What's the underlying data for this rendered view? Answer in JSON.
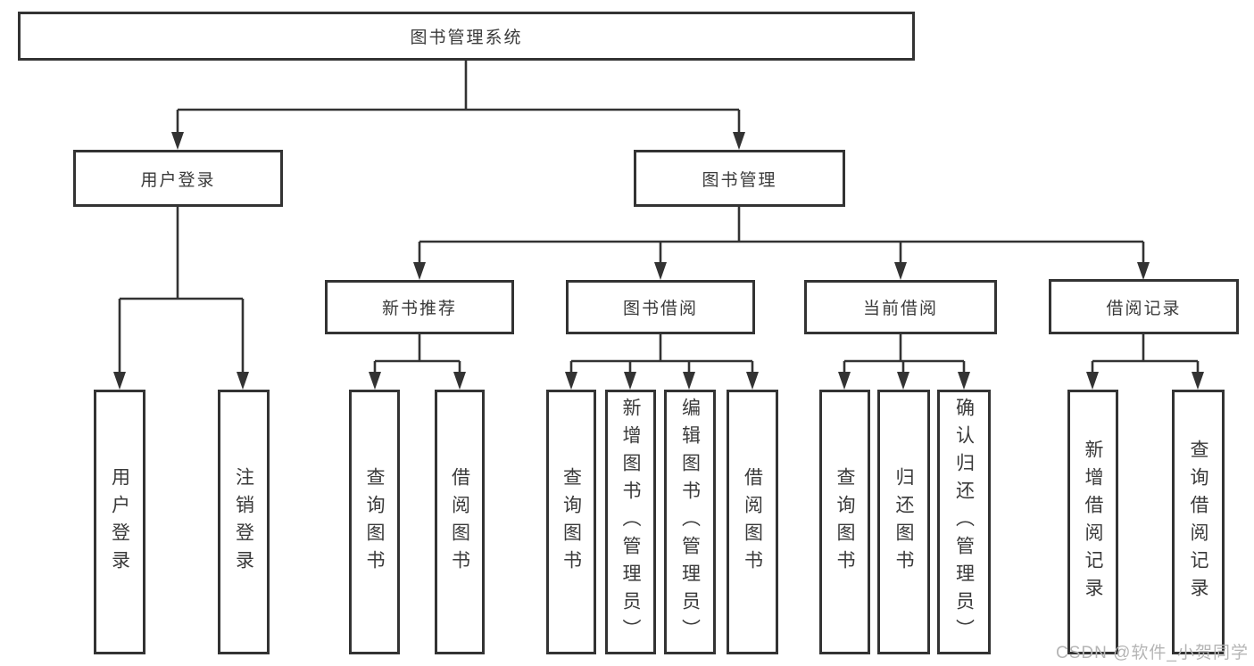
{
  "diagram": {
    "type": "tree",
    "root": {
      "label": "图书管理系统",
      "children": [
        {
          "label": "用户登录",
          "children": [
            {
              "label": "用户登录"
            },
            {
              "label": "注销登录"
            }
          ]
        },
        {
          "label": "图书管理",
          "children": [
            {
              "label": "新书推荐",
              "children": [
                {
                  "label": "查询图书"
                },
                {
                  "label": "借阅图书"
                }
              ]
            },
            {
              "label": "图书借阅",
              "children": [
                {
                  "label": "查询图书"
                },
                {
                  "label": "新增图书（管理员）"
                },
                {
                  "label": "编辑图书（管理员）"
                },
                {
                  "label": "借阅图书"
                }
              ]
            },
            {
              "label": "当前借阅",
              "children": [
                {
                  "label": "查询图书"
                },
                {
                  "label": "归还图书"
                },
                {
                  "label": "确认归还（管理员）"
                }
              ]
            },
            {
              "label": "借阅记录",
              "children": [
                {
                  "label": "新增借阅记录"
                },
                {
                  "label": "查询借阅记录"
                }
              ]
            }
          ]
        }
      ]
    }
  },
  "colors": {
    "line": "#333333",
    "text": "#3a3a3a",
    "background": "#ffffff",
    "watermark": "#b5b5b5"
  },
  "watermark": {
    "text": "CSDN @软件_小贺同学"
  }
}
